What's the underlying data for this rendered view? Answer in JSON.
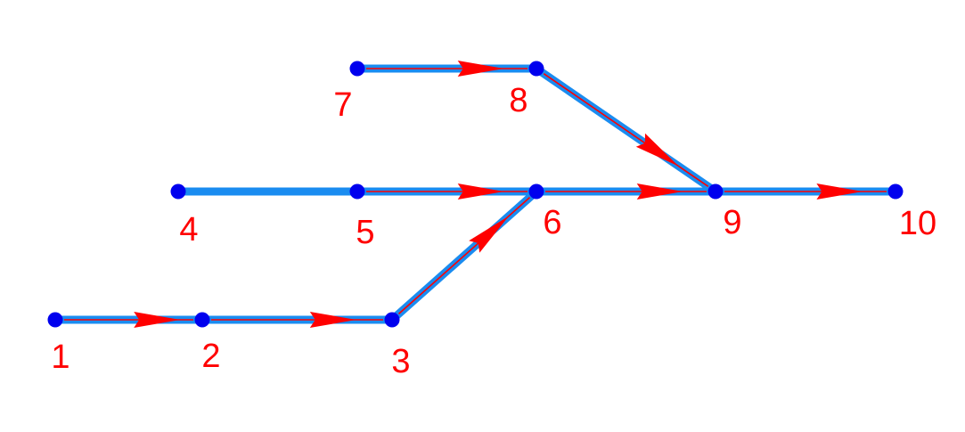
{
  "colors": {
    "background": "#ffffff",
    "edge": "#1a8cf0",
    "arrow": "#ff0000",
    "node": "#0000ee",
    "label": "#ff0000"
  },
  "nodes": [
    {
      "id": "1",
      "label": "1"
    },
    {
      "id": "2",
      "label": "2"
    },
    {
      "id": "3",
      "label": "3"
    },
    {
      "id": "4",
      "label": "4"
    },
    {
      "id": "5",
      "label": "5"
    },
    {
      "id": "6",
      "label": "6"
    },
    {
      "id": "7",
      "label": "7"
    },
    {
      "id": "8",
      "label": "8"
    },
    {
      "id": "9",
      "label": "9"
    },
    {
      "id": "10",
      "label": "10"
    }
  ],
  "edges": [
    {
      "from": "1",
      "to": "2",
      "directed": true
    },
    {
      "from": "2",
      "to": "3",
      "directed": true
    },
    {
      "from": "3",
      "to": "6",
      "directed": true
    },
    {
      "from": "4",
      "to": "5",
      "directed": false
    },
    {
      "from": "5",
      "to": "6",
      "directed": true
    },
    {
      "from": "6",
      "to": "9",
      "directed": true
    },
    {
      "from": "7",
      "to": "8",
      "directed": true
    },
    {
      "from": "8",
      "to": "9",
      "directed": true
    },
    {
      "from": "9",
      "to": "10",
      "directed": true
    }
  ]
}
